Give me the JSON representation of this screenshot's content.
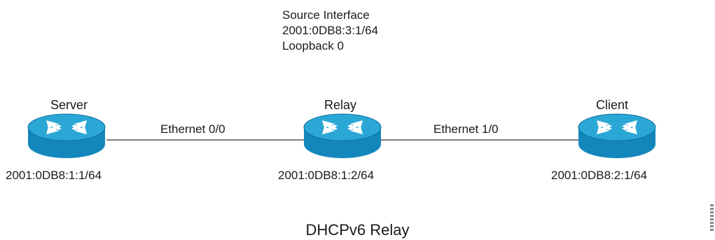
{
  "diagram": {
    "source_interface": {
      "line1": "Source Interface",
      "line2": "2001:0DB8:3:1/64",
      "line3": "Loopback 0"
    },
    "nodes": [
      {
        "name": "Server",
        "address": "2001:0DB8:1:1/64",
        "icon": "router-icon"
      },
      {
        "name": "Relay",
        "address": "2001:0DB8:1:2/64",
        "icon": "router-icon"
      },
      {
        "name": "Client",
        "address": "2001:0DB8:2:1/64",
        "icon": "router-icon"
      }
    ],
    "links": [
      {
        "label": "Ethernet 0/0"
      },
      {
        "label": "Ethernet 1/0"
      }
    ],
    "caption": "DHCPv6 Relay",
    "colors": {
      "router_top": "#2ba7d6",
      "router_side": "#1387bb",
      "router_arrows": "#ffffff",
      "link_line": "#555555",
      "text": "#1a1a1a"
    }
  }
}
